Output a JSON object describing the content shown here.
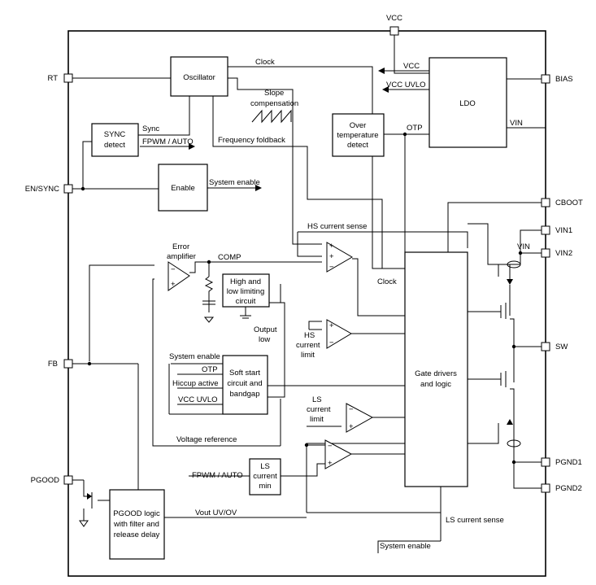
{
  "pins": {
    "vcc": "VCC",
    "rt": "RT",
    "bias": "BIAS",
    "en_sync": "EN/SYNC",
    "cboot": "CBOOT",
    "vin1": "VIN1",
    "vin2": "VIN2",
    "fb": "FB",
    "sw": "SW",
    "pgood": "PGOOD",
    "pgnd1": "PGND1",
    "pgnd2": "PGND2"
  },
  "blocks": {
    "oscillator": "Oscillator",
    "sync_detect": [
      "SYNC",
      "detect"
    ],
    "enable": "Enable",
    "ldo": "LDO",
    "over_temp": [
      "Over",
      "temperature",
      "detect"
    ],
    "limiting": [
      "High and",
      "low limiting",
      "circuit"
    ],
    "soft_start": [
      "Soft start",
      "circuit and",
      "bandgap"
    ],
    "ls_current_min": [
      "LS",
      "current",
      "min"
    ],
    "pgood_logic": [
      "PGOOD logic",
      "with filter and",
      "release delay"
    ],
    "gate_drivers": [
      "Gate drivers",
      "and logic"
    ]
  },
  "labels": {
    "clock_top": "Clock",
    "clock_mid": "Clock",
    "sync": "Sync",
    "fpwm_auto_top": "FPWM / AUTO",
    "fpwm_auto_bottom": "FPWM / AUTO",
    "slope_comp": [
      "Slope",
      "compensation"
    ],
    "freq_foldback": "Frequency foldback",
    "system_enable_top": "System enable",
    "system_enable_mid": "System enable",
    "system_enable_bottom": "System enable",
    "vcc_out": "VCC",
    "vcc_uvlo_out": "VCC UVLO",
    "vcc_uvlo_in": "VCC UVLO",
    "otp_top": "OTP",
    "otp_mid": "OTP",
    "vin_ldo": "VIN",
    "vin_sw": "VIN",
    "hs_current_sense": "HS current sense",
    "ls_current_sense": "LS current sense",
    "error_amp": [
      "Error",
      "amplifier"
    ],
    "comp": "COMP",
    "output_low": [
      "Output",
      "low"
    ],
    "hs_current_limit": [
      "HS",
      "current",
      "limit"
    ],
    "ls_current_limit": [
      "LS",
      "current",
      "limit"
    ],
    "hiccup_active": "Hiccup active",
    "voltage_reference": "Voltage reference",
    "vout_uv_ov": "Vout UV/OV"
  }
}
